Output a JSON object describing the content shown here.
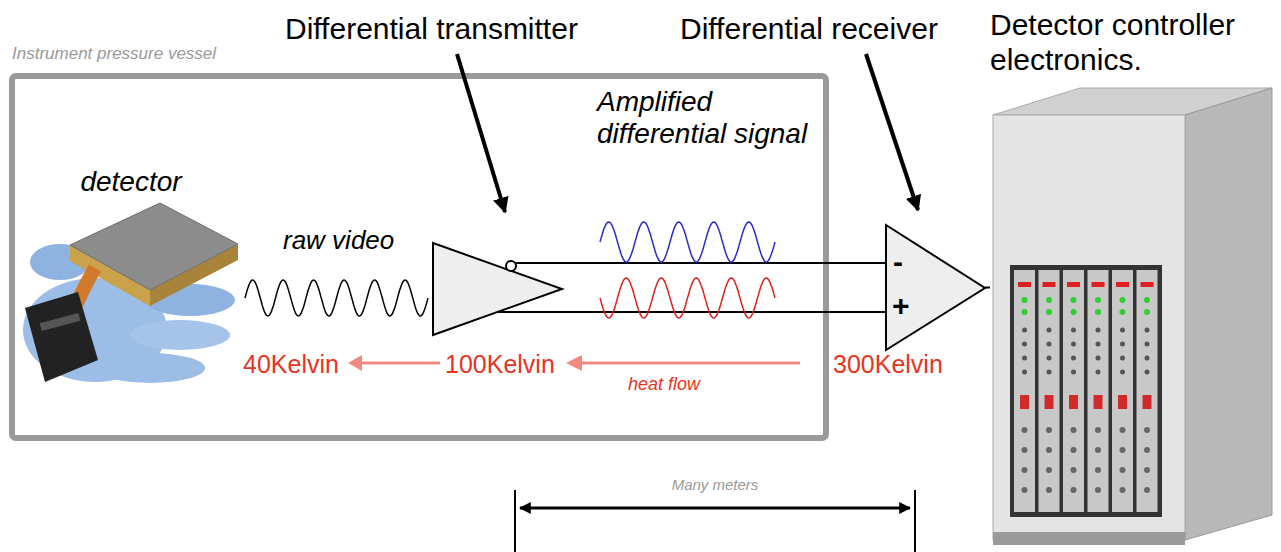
{
  "diagram": {
    "nodes": [
      {
        "text": [
          "Instrument pressure vessel"
        ]
      },
      {
        "text": [
          "detector"
        ],
        "in": 0
      },
      {
        "text": [
          "-",
          "+"
        ]
      },
      {
        "text": [
          "Detector controller electronics."
        ]
      }
    ],
    "edges": [
      {
        "from": 2,
        "to": 3,
        "arrow": "none"
      }
    ],
    "labels": [
      "Differential transmitter",
      "Differential receiver",
      "raw video",
      "Amplified differential signal",
      "40Kelvin",
      "100Kelvin",
      "heat flow",
      "300Kelvin",
      "Many meters"
    ]
  }
}
